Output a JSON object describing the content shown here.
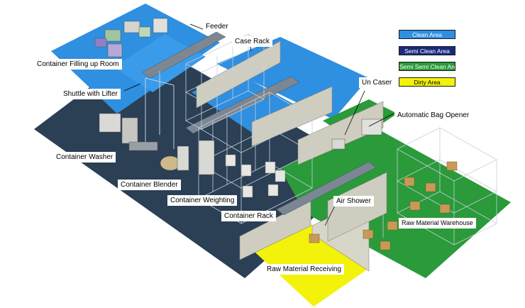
{
  "legend": {
    "items": [
      {
        "label": "Clean Area",
        "color": "#2f8fe0",
        "text_color": "#ffffff"
      },
      {
        "label": "Semi Clean Area",
        "color": "#1b2a7a",
        "text_color": "#ffffff"
      },
      {
        "label": "Semi Semi Clean Area",
        "color": "#2a9a3a",
        "text_color": "#ffffff"
      },
      {
        "label": "Dirty Area",
        "color": "#f2f20a",
        "text_color": "#000000"
      }
    ]
  },
  "labels": {
    "feeder": "Feeder",
    "case_rack": "Case Rack",
    "container_filling": "Container Filling  up Room",
    "shuttle_lifter": "Shuttle with Lifter",
    "un_caser": "Un Caser",
    "auto_bag_opener": "Automatic Bag Opener",
    "container_washer": "Container Washer",
    "container_blender": "Container Blender",
    "container_weighting": "Container Weighting",
    "container_rack": "Container Rack",
    "air_shower": "Air Shower",
    "raw_material_warehouse": "Raw Material Warehouse",
    "raw_material_receiving": "Raw Material Receiving"
  },
  "colors": {
    "clean": "#2f8fe0",
    "semi_clean": "#2b3f55",
    "semi_semi_clean": "#2a9a3a",
    "dirty": "#f2f20a",
    "wall": "#cfcdc0",
    "rack": "#b9c2cc",
    "box": "#c89a55"
  }
}
